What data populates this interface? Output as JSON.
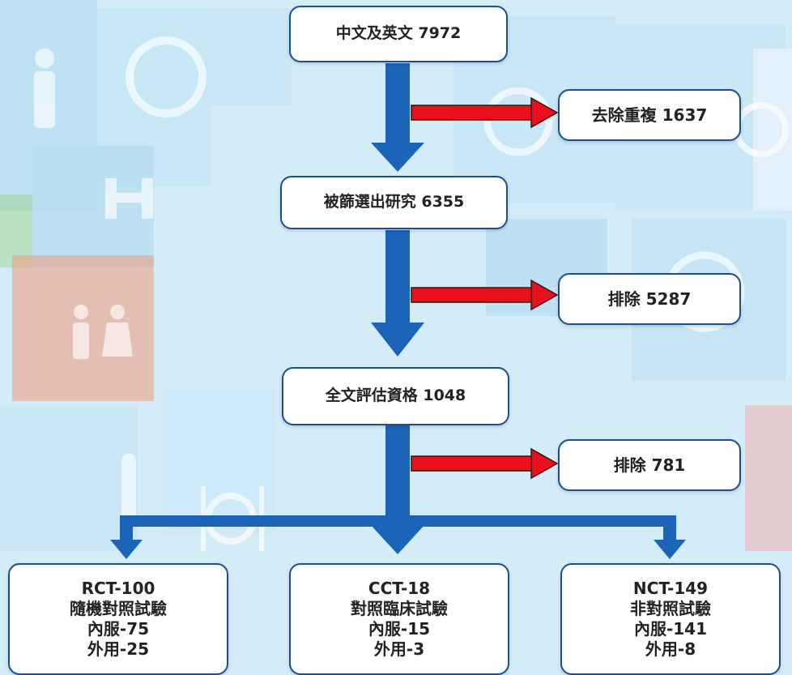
{
  "nodes": {
    "source": "中文及英文 7972",
    "duplicates": "去除重複 1637",
    "screened": "被篩選出研究 6355",
    "excluded1": "排除 5287",
    "fulltext": "全文評估資格 1048",
    "excluded2": "排除 781"
  },
  "outcomes": [
    {
      "name": "RCT-100",
      "type": "隨機對照試驗",
      "oral": "內服-75",
      "topical": "外用-25"
    },
    {
      "name": "CCT-18",
      "type": "對照臨床試驗",
      "oral": "內服-15",
      "topical": "外用-3"
    },
    {
      "name": "NCT-149",
      "type": "非對照試驗",
      "oral": "內服-141",
      "topical": "外用-8"
    }
  ],
  "colors": {
    "main_arrow": "#1b64b8",
    "exclude_arrow": "#e8101c",
    "box_border": "#1b4f8f"
  },
  "icons": [
    "male-icon",
    "female-symbol-icon",
    "dumbbell-icon",
    "wheelchair-icon",
    "restroom-icon",
    "stethoscope-icon",
    "thermometer-icon",
    "cutlery-icon"
  ]
}
